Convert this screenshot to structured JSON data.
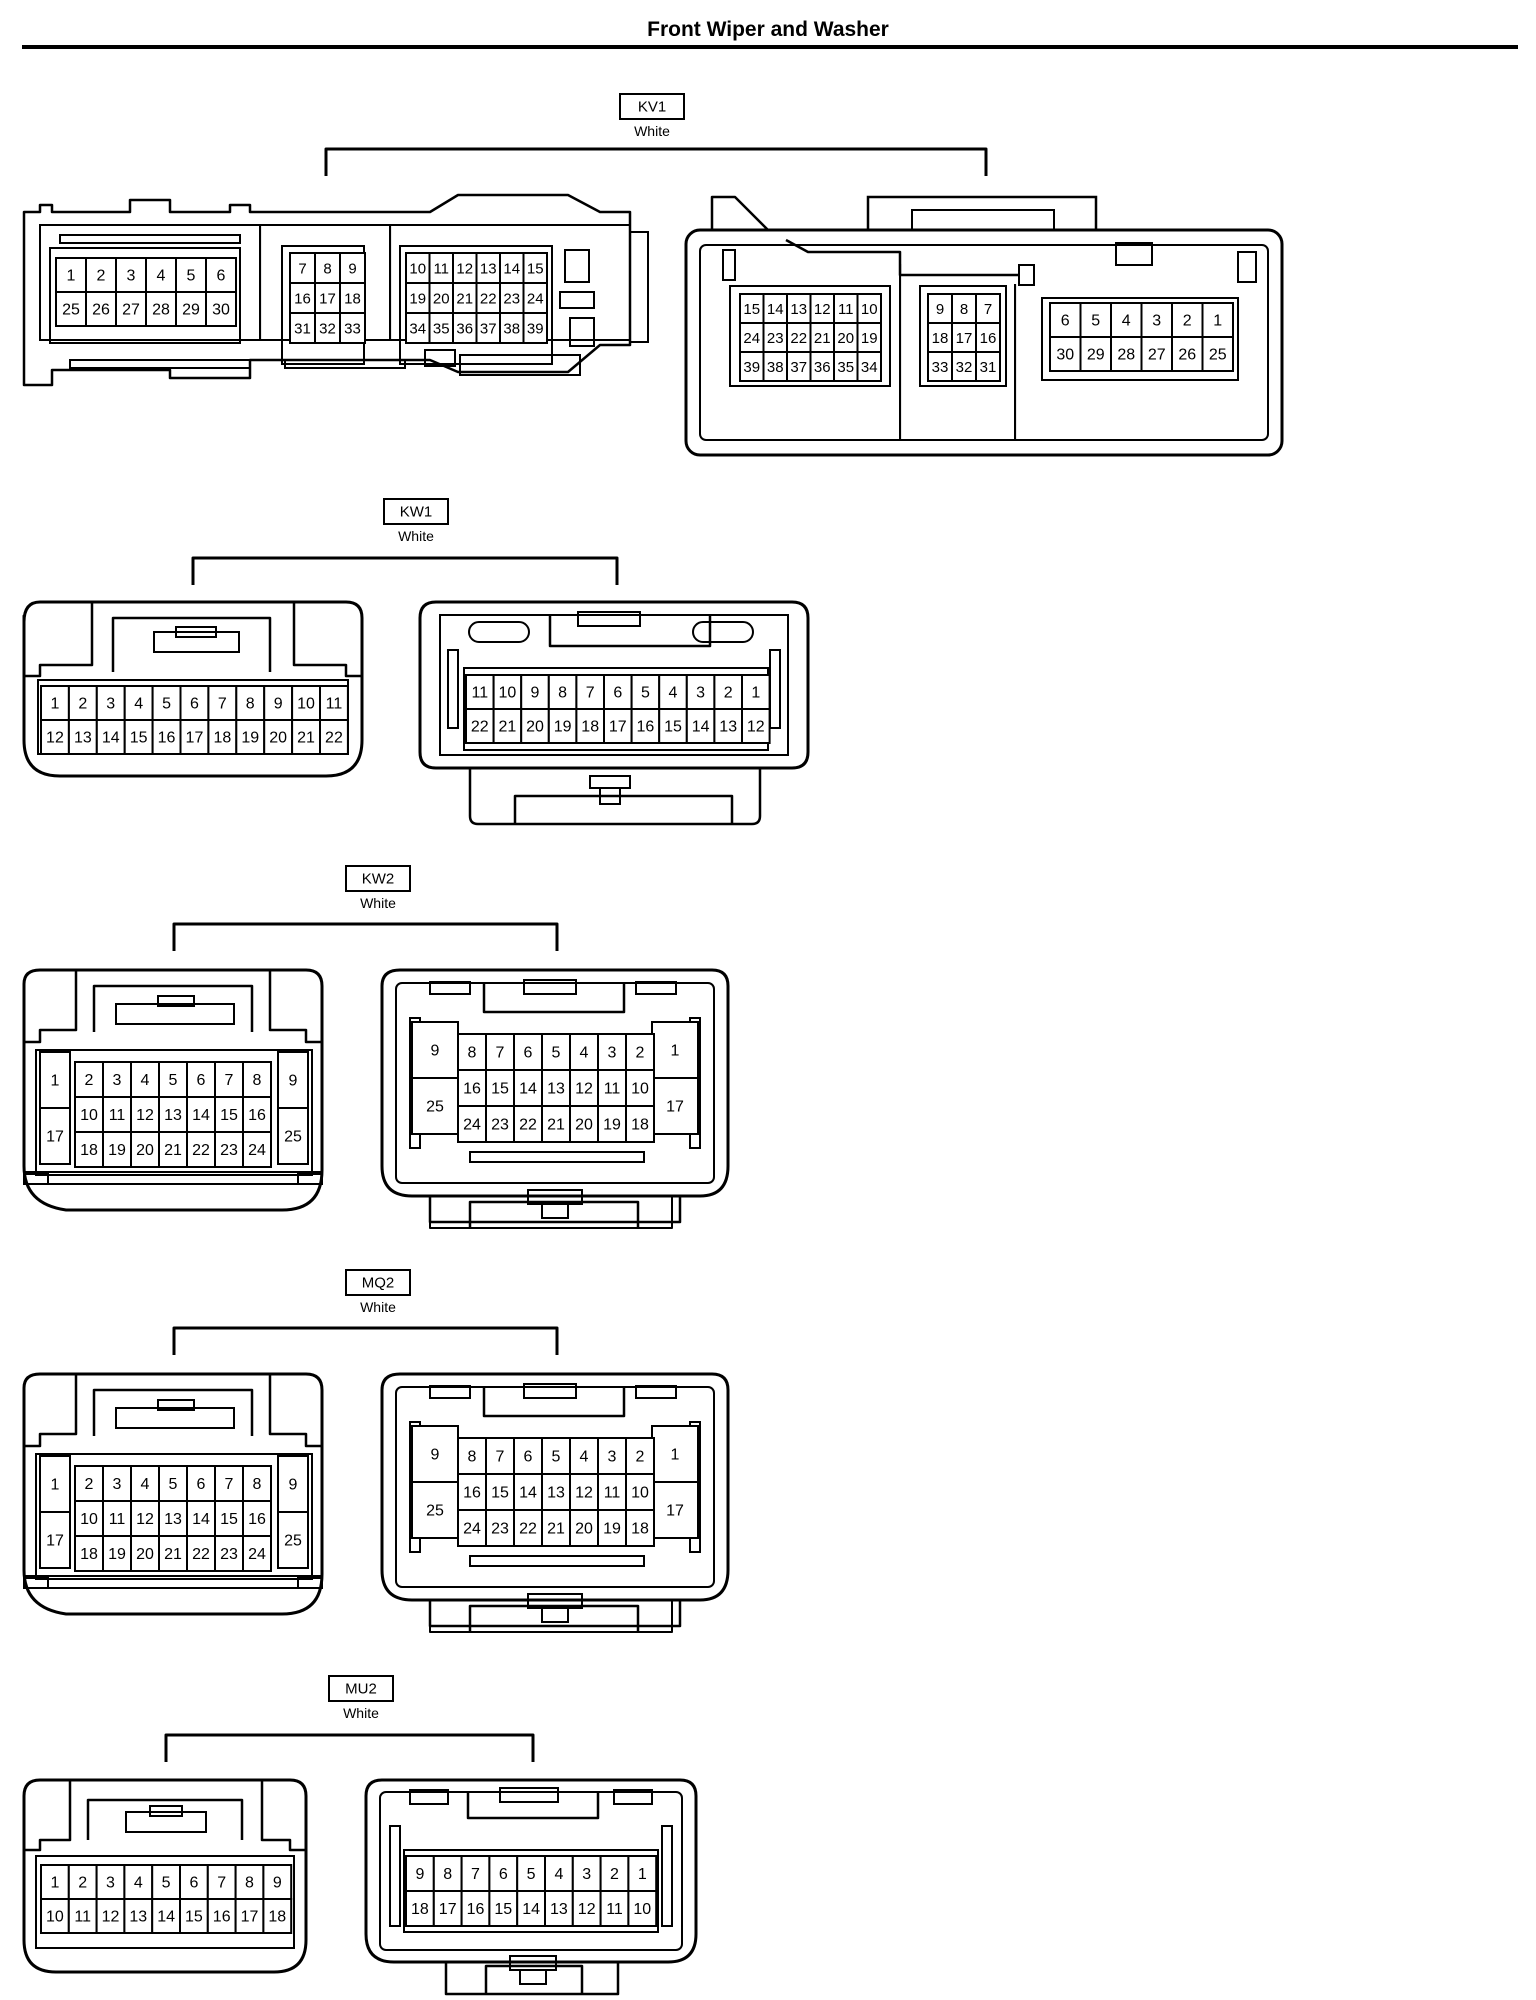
{
  "page": {
    "title": "Front Wiper and Washer"
  },
  "connectors": [
    {
      "id": "KV1",
      "color": "White",
      "male": {
        "blocks": [
          {
            "cols": 6,
            "rows": [
              [
                "1",
                "2",
                "3",
                "4",
                "5",
                "6"
              ],
              [
                "25",
                "26",
                "27",
                "28",
                "29",
                "30"
              ]
            ]
          },
          {
            "cols": 3,
            "rows": [
              [
                "7",
                "8",
                "9"
              ],
              [
                "16",
                "17",
                "18"
              ],
              [
                "31",
                "32",
                "33"
              ]
            ]
          },
          {
            "cols": 6,
            "rows": [
              [
                "10",
                "11",
                "12",
                "13",
                "14",
                "15"
              ],
              [
                "19",
                "20",
                "21",
                "22",
                "23",
                "24"
              ],
              [
                "34",
                "35",
                "36",
                "37",
                "38",
                "39"
              ]
            ]
          }
        ]
      },
      "female": {
        "blocks": [
          {
            "cols": 6,
            "rows": [
              [
                "15",
                "14",
                "13",
                "12",
                "11",
                "10"
              ],
              [
                "24",
                "23",
                "22",
                "21",
                "20",
                "19"
              ],
              [
                "39",
                "38",
                "37",
                "36",
                "35",
                "34"
              ]
            ]
          },
          {
            "cols": 3,
            "rows": [
              [
                "9",
                "8",
                "7"
              ],
              [
                "18",
                "17",
                "16"
              ],
              [
                "33",
                "32",
                "31"
              ]
            ]
          },
          {
            "cols": 6,
            "rows": [
              [
                "6",
                "5",
                "4",
                "3",
                "2",
                "1"
              ],
              [
                "30",
                "29",
                "28",
                "27",
                "26",
                "25"
              ]
            ]
          }
        ]
      }
    },
    {
      "id": "KW1",
      "color": "White",
      "male": {
        "rows": [
          [
            "1",
            "2",
            "3",
            "4",
            "5",
            "6",
            "7",
            "8",
            "9",
            "10",
            "11"
          ],
          [
            "12",
            "13",
            "14",
            "15",
            "16",
            "17",
            "18",
            "19",
            "20",
            "21",
            "22"
          ]
        ]
      },
      "female": {
        "rows": [
          [
            "11",
            "10",
            "9",
            "8",
            "7",
            "6",
            "5",
            "4",
            "3",
            "2",
            "1"
          ],
          [
            "22",
            "21",
            "20",
            "19",
            "18",
            "17",
            "16",
            "15",
            "14",
            "13",
            "12"
          ]
        ]
      }
    },
    {
      "id": "KW2",
      "color": "White",
      "male": {
        "left": [
          "1",
          "17"
        ],
        "right": [
          "9",
          "25"
        ],
        "rows": [
          [
            "2",
            "3",
            "4",
            "5",
            "6",
            "7",
            "8"
          ],
          [
            "10",
            "11",
            "12",
            "13",
            "14",
            "15",
            "16"
          ],
          [
            "18",
            "19",
            "20",
            "21",
            "22",
            "23",
            "24"
          ]
        ]
      },
      "female": {
        "left": [
          "9",
          "25"
        ],
        "right": [
          "1",
          "17"
        ],
        "rows": [
          [
            "8",
            "7",
            "6",
            "5",
            "4",
            "3",
            "2"
          ],
          [
            "16",
            "15",
            "14",
            "13",
            "12",
            "11",
            "10"
          ],
          [
            "24",
            "23",
            "22",
            "21",
            "20",
            "19",
            "18"
          ]
        ]
      }
    },
    {
      "id": "MQ2",
      "color": "White",
      "male": {
        "left": [
          "1",
          "17"
        ],
        "right": [
          "9",
          "25"
        ],
        "rows": [
          [
            "2",
            "3",
            "4",
            "5",
            "6",
            "7",
            "8"
          ],
          [
            "10",
            "11",
            "12",
            "13",
            "14",
            "15",
            "16"
          ],
          [
            "18",
            "19",
            "20",
            "21",
            "22",
            "23",
            "24"
          ]
        ]
      },
      "female": {
        "left": [
          "9",
          "25"
        ],
        "right": [
          "1",
          "17"
        ],
        "rows": [
          [
            "8",
            "7",
            "6",
            "5",
            "4",
            "3",
            "2"
          ],
          [
            "16",
            "15",
            "14",
            "13",
            "12",
            "11",
            "10"
          ],
          [
            "24",
            "23",
            "22",
            "21",
            "20",
            "19",
            "18"
          ]
        ]
      }
    },
    {
      "id": "MU2",
      "color": "White",
      "male": {
        "rows": [
          [
            "1",
            "2",
            "3",
            "4",
            "5",
            "6",
            "7",
            "8",
            "9"
          ],
          [
            "10",
            "11",
            "12",
            "13",
            "14",
            "15",
            "16",
            "17",
            "18"
          ]
        ]
      },
      "female": {
        "rows": [
          [
            "9",
            "8",
            "7",
            "6",
            "5",
            "4",
            "3",
            "2",
            "1"
          ],
          [
            "18",
            "17",
            "16",
            "15",
            "14",
            "13",
            "12",
            "11",
            "10"
          ]
        ]
      }
    }
  ]
}
